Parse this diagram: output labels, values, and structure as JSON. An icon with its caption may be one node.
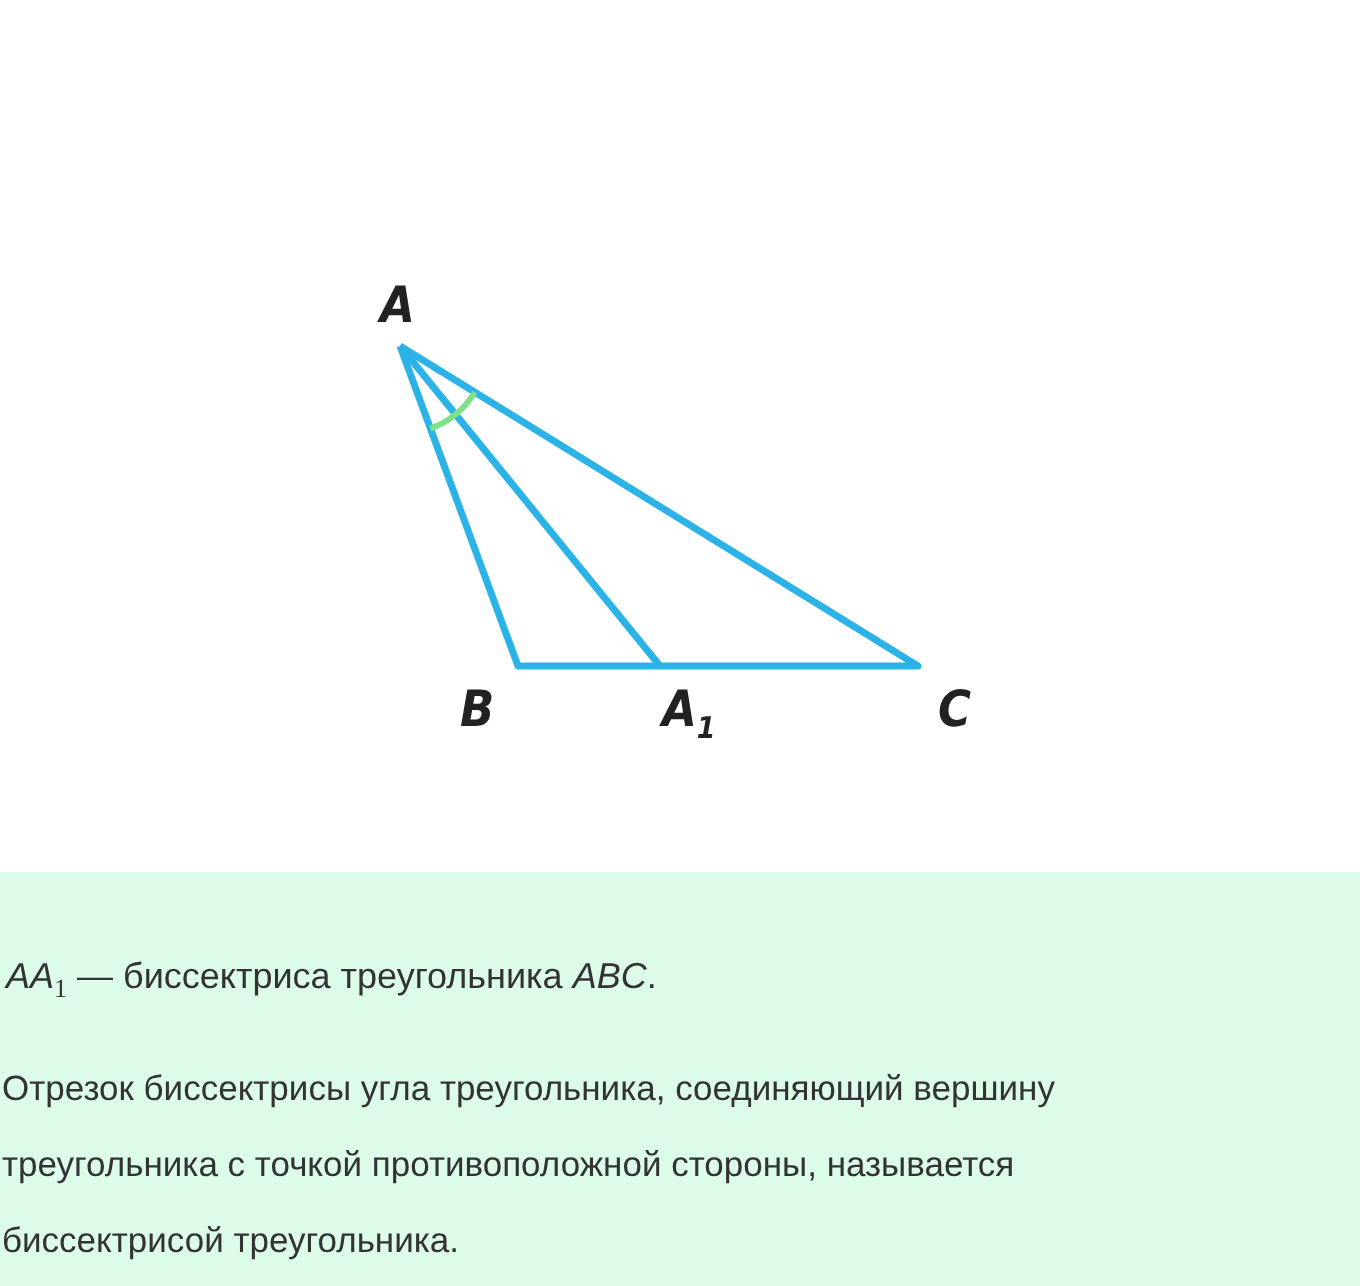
{
  "diagram": {
    "labels": [
      "A",
      "B",
      "A$_{1}$",
      "C",
      "*AA*$_{1}$ — биссектриса треугольника *ABC*.",
      "Отрезок биссектрисы угла треугольника, соединяющий вершину треугольника с точкой противоположной стороны, называется биссектрисой треугольника."
    ]
  }
}
